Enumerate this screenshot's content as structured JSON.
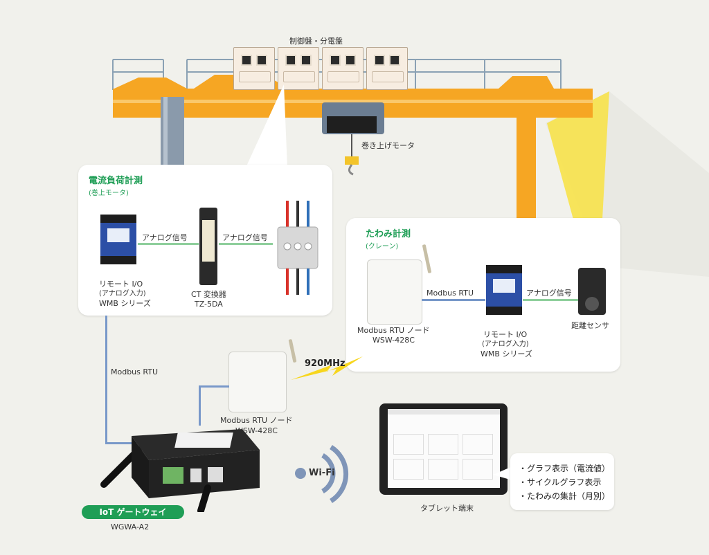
{
  "labels": {
    "panel_title": "制御盤・分電盤",
    "hoist_motor": "巻き上げモータ",
    "current": {
      "title": "電流負荷計測",
      "subtitle": "(巻上モータ)",
      "analog1": "アナログ信号",
      "analog2": "アナログ信号",
      "remote_io": [
        "リモート I/O",
        "(アナログ入力)",
        "WMB シリーズ"
      ],
      "ct": [
        "CT 変換器",
        "TZ-5DA"
      ]
    },
    "deflection": {
      "title": "たわみ計測",
      "subtitle": "(クレーン)",
      "modbus": "Modbus RTU",
      "analog": "アナログ信号",
      "node": [
        "Modbus RTU ノード",
        "WSW-428C"
      ],
      "remote_io": [
        "リモート I/O",
        "(アナログ入力)",
        "WMB シリーズ"
      ],
      "sensor": "距離センサ"
    },
    "modbus_rtu_left": "Modbus RTU",
    "mhz": "920MHz",
    "node_bottom": [
      "Modbus RTU ノード",
      "WSW-428C"
    ],
    "wifi": "Wi-Fi",
    "gateway_badge": "IoT ゲートウェイ",
    "gateway_model": "WGWA-A2",
    "tablet": "タブレット端末",
    "bullets": [
      "・グラフ表示（電流値）",
      "・サイクルグラフ表示",
      "・たわみの集計（月別）"
    ]
  },
  "colors": {
    "crane": "#f6a623",
    "accent": "#1f9e56",
    "line_green": "#8fcf9c",
    "line_blue": "#7898c9",
    "beam": "#f7e24a"
  }
}
